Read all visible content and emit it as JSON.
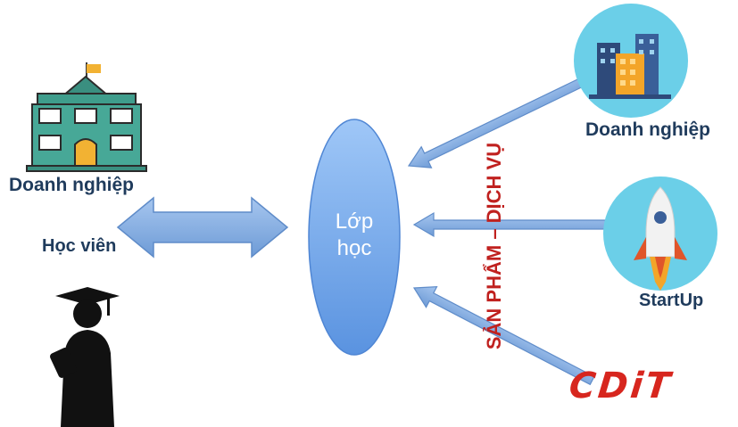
{
  "left": {
    "business_label": "Doanh nghiệp",
    "student_label": "Học viên"
  },
  "center": {
    "class_label_line1": "Lớp",
    "class_label_line2": "học"
  },
  "vertical_label": "SẢN PHẨM – DỊCH VỤ",
  "right": {
    "business_label": "Doanh nghiệp",
    "startup_label": "StartUp",
    "cdit_logo": "CDiT"
  },
  "colors": {
    "arrow_fill": "#7fa9e0",
    "ellipse_fill": "#79aef0",
    "vertical_text": "#c0211f",
    "cdit_red": "#d7261e",
    "label_navy": "#1f3b5c",
    "building_teal": "#3f9d8c",
    "circle_blue": "#6bcfe8"
  },
  "icons": [
    "school-building-icon",
    "graduate-student-icon",
    "office-buildings-icon",
    "rocket-icon"
  ]
}
